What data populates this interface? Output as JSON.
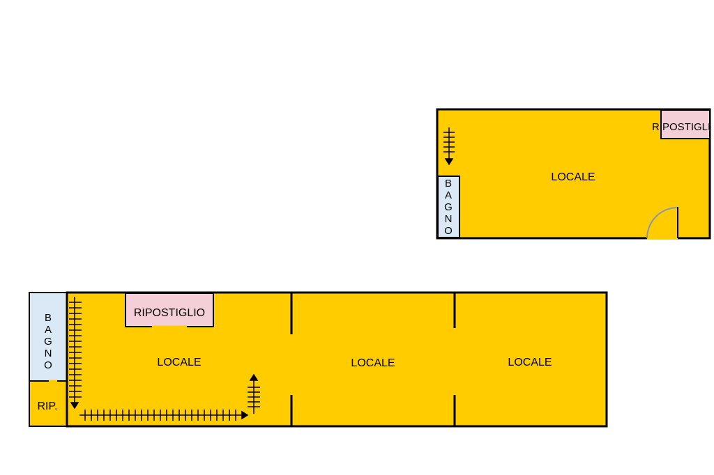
{
  "colors": {
    "room_fill": "#ffcc00",
    "bathroom_fill": "#dbe9f7",
    "storage_fill": "#f5cfd8",
    "wall": "#000000",
    "door_arc": "#8899aa"
  },
  "upper_plan": {
    "main_room_label": "LOCALE",
    "storage_label": "RIPOSTIGLIO",
    "bathroom_letters": [
      "B",
      "A",
      "G",
      "N",
      "O"
    ]
  },
  "lower_plan": {
    "room1_label": "LOCALE",
    "room2_label": "LOCALE",
    "room3_label": "LOCALE",
    "storage_label": "RIPOSTIGLIO",
    "small_storage_label": "RIP.",
    "bathroom_letters": [
      "B",
      "A",
      "G",
      "N",
      "O"
    ]
  }
}
